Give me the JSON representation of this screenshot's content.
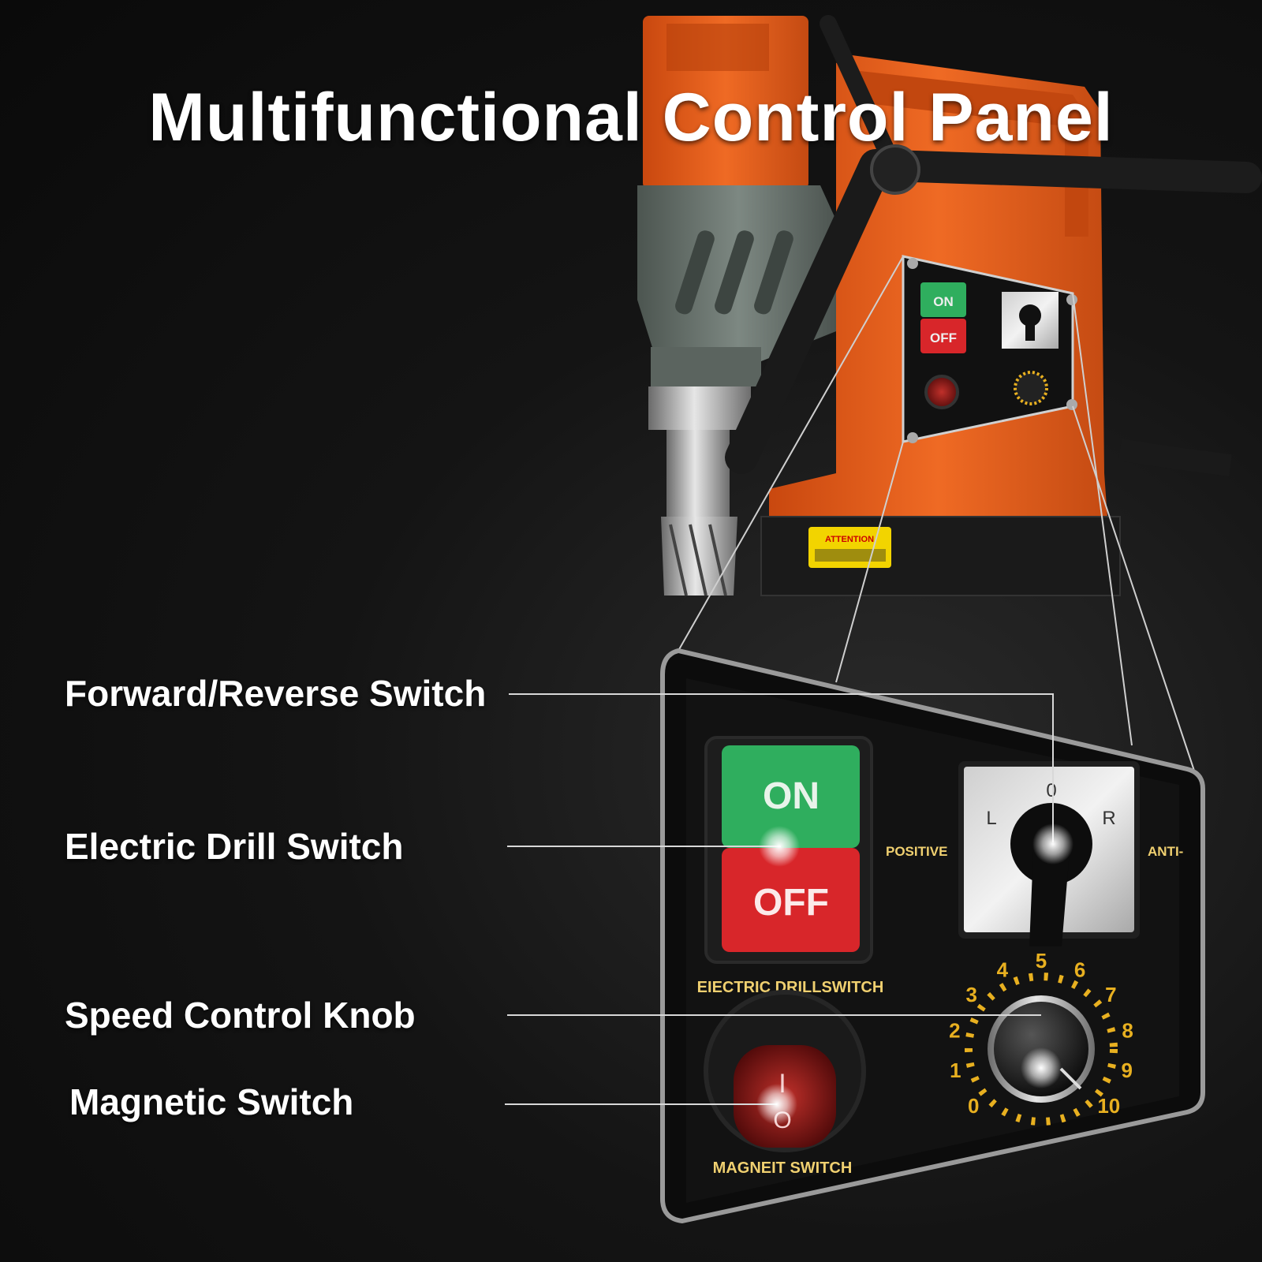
{
  "title": "Multifunctional Control Panel",
  "callouts": [
    {
      "label": "Forward/Reverse Switch"
    },
    {
      "label": "Electric Drill Switch"
    },
    {
      "label": "Speed Control Knob"
    },
    {
      "label": "Magnetic Switch"
    }
  ],
  "panel": {
    "on_label": "ON",
    "off_label": "OFF",
    "positive_label": "POSITIVE",
    "anti_label": "ANTI-",
    "selector_left": "L",
    "selector_center": "0",
    "selector_right": "R",
    "drill_switch_caption": "EIECTRIC DRILLSWITCH",
    "magnet_switch_caption": "MAGNEIT SWITCH",
    "rocker_top": "I",
    "rocker_bottom": "O",
    "speed_scale": [
      "0",
      "1",
      "2",
      "3",
      "4",
      "5",
      "6",
      "7",
      "8",
      "9",
      "10"
    ]
  },
  "machine": {
    "small_on": "ON",
    "small_off": "OFF",
    "warning_label": "ATTENTION"
  },
  "colors": {
    "body_orange": "#e8601c",
    "on_green": "#2fae5e",
    "off_red": "#d8262a",
    "dial_yellow": "#e8b020",
    "panel_black": "#0c0c0c"
  }
}
